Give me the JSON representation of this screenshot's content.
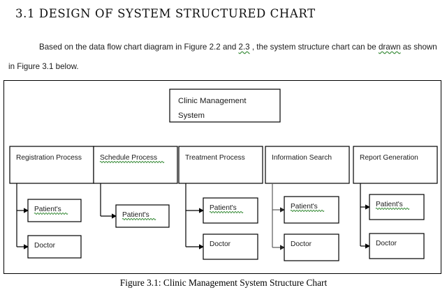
{
  "document": {
    "heading": "3.1 DESIGN OF SYSTEM STRUCTURED CHART",
    "paragraph": {
      "part1": "Based on the data flow chart diagram in Figure 2.2 and ",
      "misspelled1": "2.3",
      "part2": " , the system structure chart can be ",
      "misspelled2": "drawn",
      "part3": " as shown in Figure 3.1 below."
    },
    "caption": "Figure 3.1: Clinic Management System Structure Chart"
  },
  "colors": {
    "border": "#000000",
    "text": "#1a1a1a",
    "spellcheck": "#3a8c3a",
    "background": "#ffffff",
    "gray_connector": "#5a5a5a"
  },
  "chart_data": {
    "type": "diagram",
    "title": "Clinic Management System Structure Chart",
    "root": {
      "id": "root",
      "line1": "Clinic Management",
      "line2": "System"
    },
    "processes": [
      {
        "id": "registration-process",
        "label": "Registration Process",
        "misspelled": false,
        "children": [
          {
            "id": "reg-patients",
            "label": "Patient's",
            "misspelled": true
          },
          {
            "id": "reg-doctor",
            "label": "Doctor",
            "misspelled": false
          }
        ]
      },
      {
        "id": "schedule-process",
        "label": "Schedule  Process",
        "misspelled": true,
        "children": [
          {
            "id": "sch-patients",
            "label": "Patient's",
            "misspelled": true
          }
        ]
      },
      {
        "id": "treatment-process",
        "label": "Treatment Process",
        "misspelled": false,
        "children": [
          {
            "id": "tre-patients",
            "label": "Patient's",
            "misspelled": true
          },
          {
            "id": "tre-doctor",
            "label": "Doctor",
            "misspelled": false
          }
        ]
      },
      {
        "id": "information-search",
        "label": "Information Search",
        "misspelled": false,
        "children": [
          {
            "id": "inf-patients",
            "label": "Patient's",
            "misspelled": true
          },
          {
            "id": "inf-doctor",
            "label": "Doctor",
            "misspelled": false
          }
        ]
      },
      {
        "id": "report-generation",
        "label": "Report Generation",
        "misspelled": false,
        "children": [
          {
            "id": "rep-patients",
            "label": "Patient's",
            "misspelled": true
          },
          {
            "id": "rep-doctor",
            "label": "Doctor",
            "misspelled": false
          }
        ]
      }
    ]
  }
}
